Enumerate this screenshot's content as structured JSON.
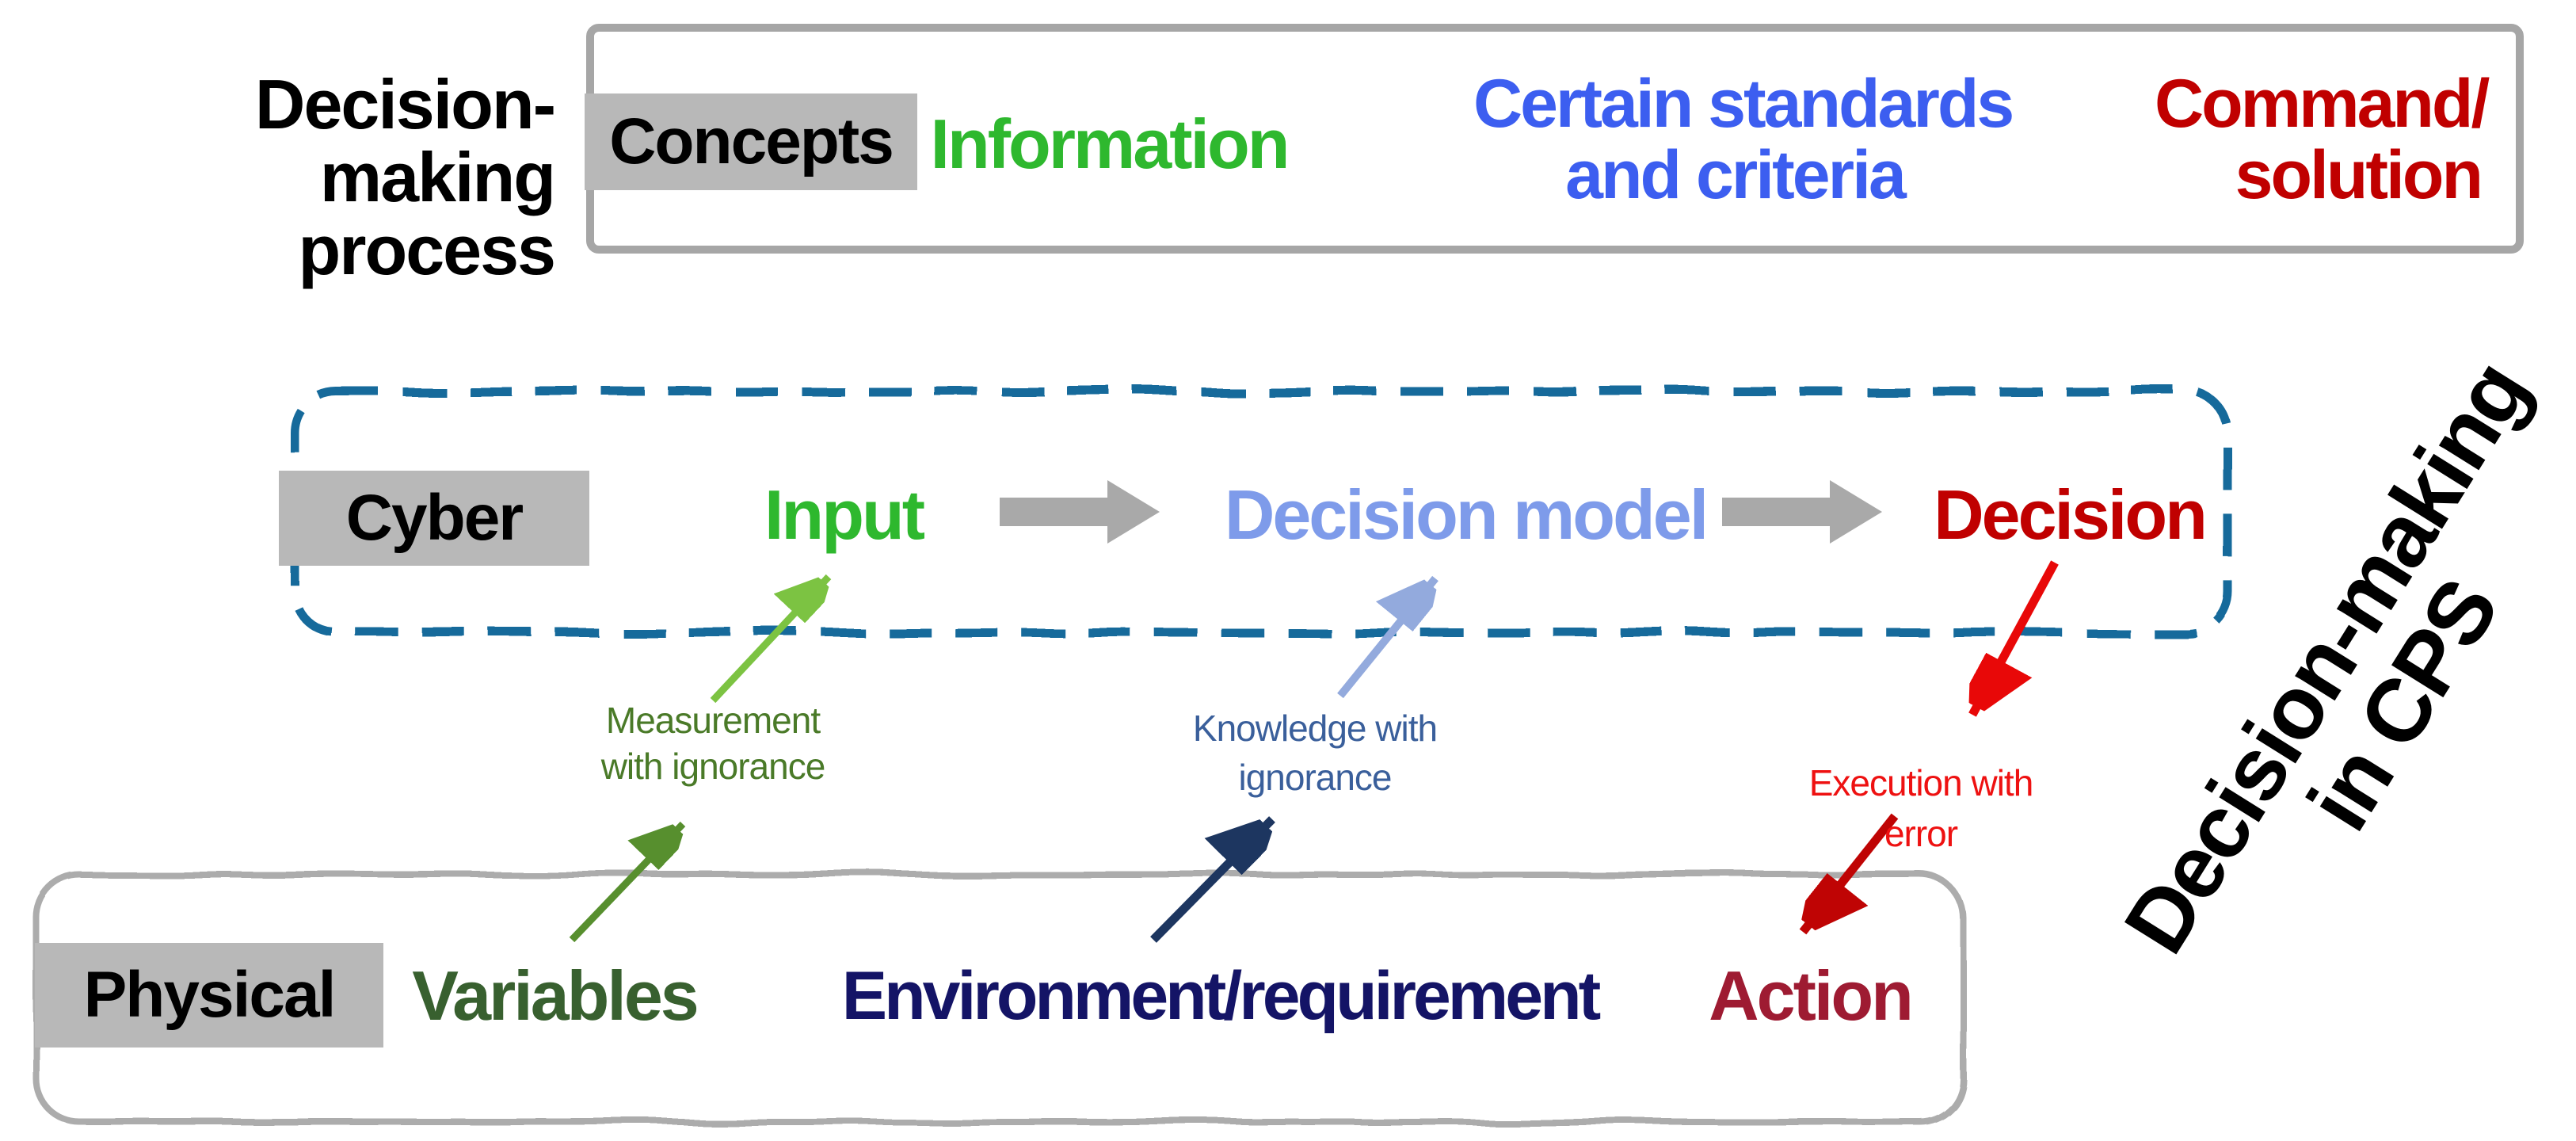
{
  "header": {
    "process_title_line1": "Decision-making",
    "process_title_line2": "process"
  },
  "top_row": {
    "stage_label": "Concepts",
    "information": "Information",
    "standards_line1": "Certain standards",
    "standards_line2": "and criteria",
    "command_line1": "Command/",
    "command_line2": "solution"
  },
  "cyber_row": {
    "stage_label": "Cyber",
    "input": "Input",
    "decision_model": "Decision model",
    "decision": "Decision"
  },
  "physical_row": {
    "stage_label": "Physical",
    "variables": "Variables",
    "environment": "Environment/requirement",
    "action": "Action"
  },
  "annotations": {
    "measurement_line1": "Measurement",
    "measurement_line2": "with ignorance",
    "knowledge_line1": "Knowledge with",
    "knowledge_line2": "ignorance",
    "execution_line1": "Execution with",
    "execution_line2": "error"
  },
  "side_title": {
    "line1": "Decision-making",
    "line2": "in CPS"
  },
  "colors": {
    "information_green": "#2eb82e",
    "input_green": "#2eb82e",
    "standards_blue": "#3c5ef0",
    "command_red": "#c00000",
    "decision_model_blue": "#7e9bea",
    "decision_red": "#c00000",
    "variables_green": "#38602f",
    "environment_navy": "#141466",
    "action_crimson": "#9e1b32",
    "measurement_olive": "#4a7a28",
    "knowledge_slate": "#3a5f9b",
    "execution_red": "#ee1111",
    "title_black": "#000000",
    "chip_gray": "#b8b8b8",
    "frame_gray": "#a6a6a6",
    "block_arrow_gray": "#a9a9a9",
    "cyber_frame_blue": "#156a9b",
    "physical_frame_gray": "#acacac",
    "arrow_green_bright": "#7cc342",
    "arrow_green_dark": "#578f2e",
    "arrow_blue_light": "#93aadd",
    "arrow_navy": "#1d3660",
    "arrow_red_bright": "#e80808",
    "arrow_red_dark": "#bf0404"
  }
}
